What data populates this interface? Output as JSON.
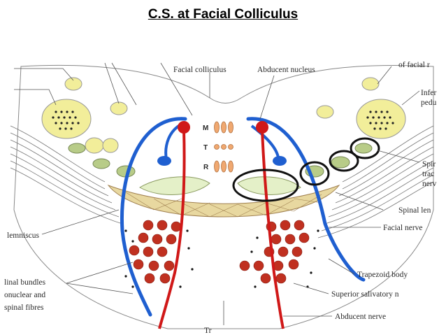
{
  "slide": {
    "title": "C.S. at Facial Colliculus"
  },
  "labels": {
    "facial_colliculus": "Facial colliculus",
    "abducent_nucleus": "Abducent nucleus",
    "of_facial": "of facial r",
    "infer_1": "Infer",
    "infer_2": "pedu",
    "spinal_tract_1": "Spir",
    "spinal_tract_2": "trac",
    "spinal_tract_3": "nerv",
    "spinal_lemniscus": "Spinal len",
    "facial_nerve": "Facial nerve",
    "lemniscus": "lemniscus",
    "trapezoid_body": "Trapezoid body",
    "superior_salivatory": "Superior salivatory n",
    "abducent_nerve": "Abducent nerve",
    "bundles_1": "linal bundles",
    "bundles_2": "onuclear and",
    "bundles_3": "spinal fibres",
    "trapezius_cut": "Tr",
    "marker_m": "M",
    "marker_t": "T",
    "marker_r": "R"
  },
  "colors": {
    "blue_pathway": "#1f5fd0",
    "red_pathway": "#d01818",
    "yellow_structure": "#f2ee9a",
    "green_structure": "#b8cc88",
    "pale_green": "#e4f0c8",
    "orange_nucleus": "#f0a870",
    "pontine_nuclei": "#c03020",
    "highlight_outline": "#111111"
  }
}
